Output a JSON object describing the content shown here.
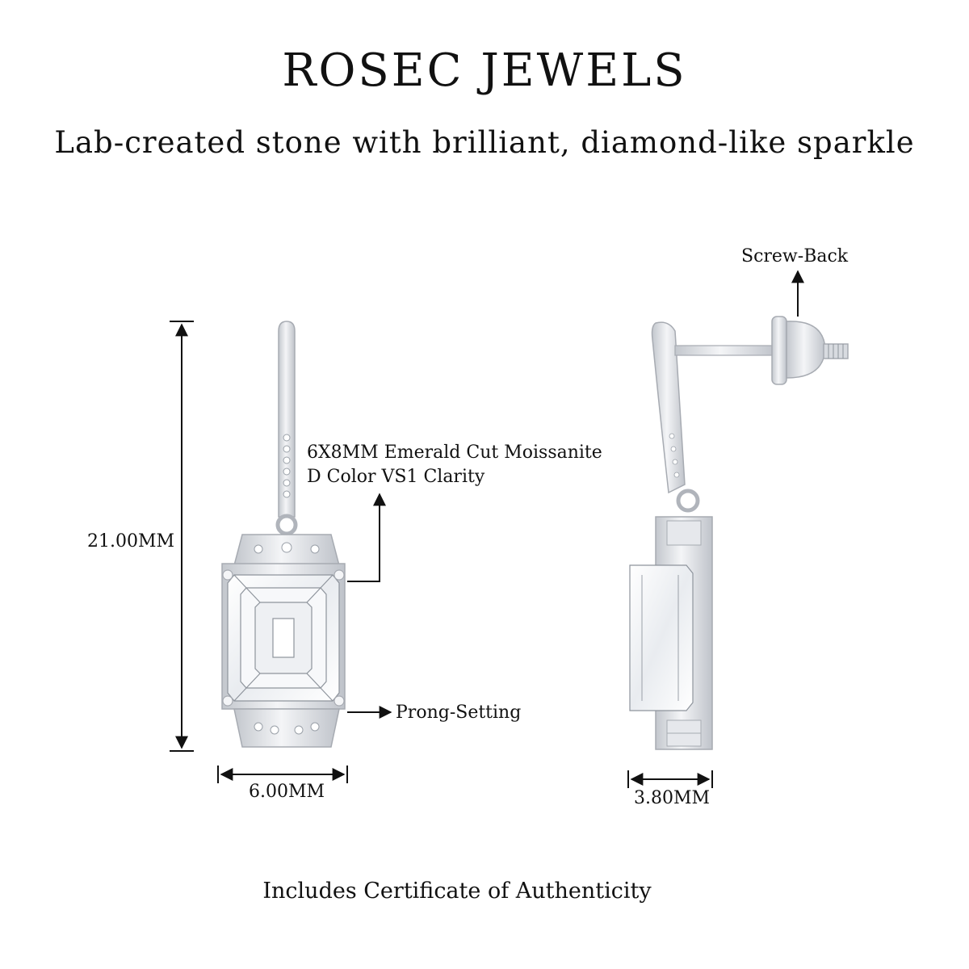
{
  "brand": "ROSEC JEWELS",
  "tagline": "Lab-created stone with brilliant, diamond-like sparkle",
  "labels": {
    "height": "21.00MM",
    "front_width": "6.00MM",
    "side_width": "3.80MM",
    "stone_line1": "6X8MM Emerald Cut Moissanite",
    "stone_line2": "D Color VS1 Clarity",
    "setting": "Prong-Setting",
    "back": "Screw-Back"
  },
  "footer": "Includes Certificate of Authenticity",
  "colors": {
    "text": "#111111",
    "metal": "#e4e6ea",
    "metal_shade": "#b9bdc4",
    "stone": "#f1f3f6",
    "stone_line": "#9aa0a8"
  }
}
